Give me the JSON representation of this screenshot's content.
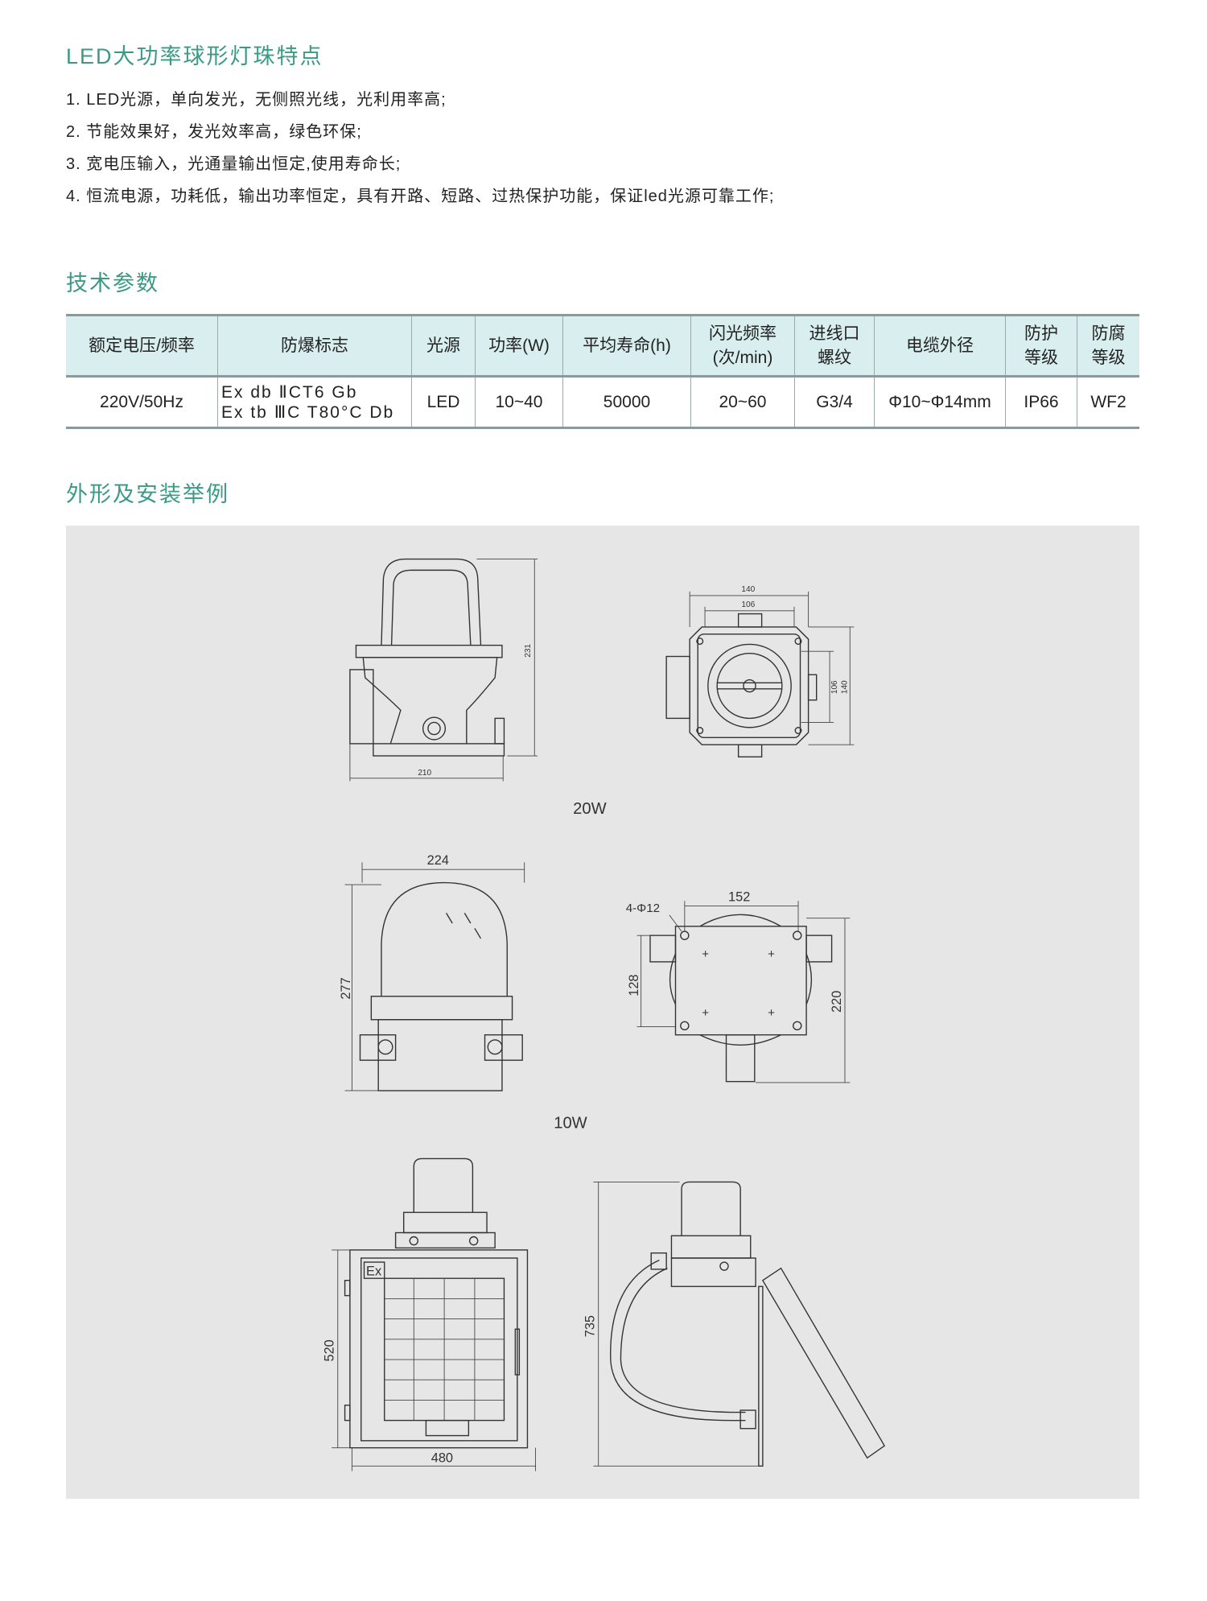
{
  "features": {
    "title": "LED大功率球形灯珠特点",
    "items": [
      "1. LED光源，单向发光，无侧照光线，光利用率高;",
      "2. 节能效果好，发光效率高，绿色环保;",
      "3. 宽电压输入，光通量输出恒定,使用寿命长;",
      "4. 恒流电源，功耗低，输出功率恒定，具有开路、短路、过热保护功能，保证led光源可靠工作;"
    ]
  },
  "specs": {
    "title": "技术参数",
    "headers": [
      [
        "额定电压/频率"
      ],
      [
        "防爆标志"
      ],
      [
        "光源"
      ],
      [
        "功率(W)"
      ],
      [
        "平均寿命(h)"
      ],
      [
        "闪光频率",
        "(次/min)"
      ],
      [
        "进线口",
        "螺纹"
      ],
      [
        "电缆外径"
      ],
      [
        "防护",
        "等级"
      ],
      [
        "防腐",
        "等级"
      ]
    ],
    "row": {
      "voltage": "220V/50Hz",
      "ex_mark_1": "Ex db ⅡCT6 Gb",
      "ex_mark_2": "Ex tb ⅢC T80°C Db",
      "light_source": "LED",
      "power": "10~40",
      "lifetime": "50000",
      "flash_freq": "20~60",
      "thread": "G3/4",
      "cable_dia": "Φ10~Φ14mm",
      "ip": "IP66",
      "anticorrosion": "WF2"
    }
  },
  "install": {
    "title": "外形及安装举例",
    "w20": {
      "label": "20W",
      "dims": {
        "height": "231",
        "width": "210",
        "outer": "140",
        "inner": "106",
        "v_inner": "106",
        "v_outer": "140"
      }
    },
    "w10": {
      "label": "10W",
      "dims": {
        "width": "224",
        "height": "277",
        "holes": "4-Φ12",
        "hole_span": "152",
        "v_span": "128",
        "v_outer": "220"
      }
    },
    "panel": {
      "ex_badge": "Ex",
      "dims": {
        "height": "520",
        "width": "480",
        "side_height": "735"
      }
    }
  },
  "colors": {
    "accent": "#3a9a86",
    "table_header_bg": "#d9eeee",
    "drawing_bg": "#e6e6e6"
  }
}
